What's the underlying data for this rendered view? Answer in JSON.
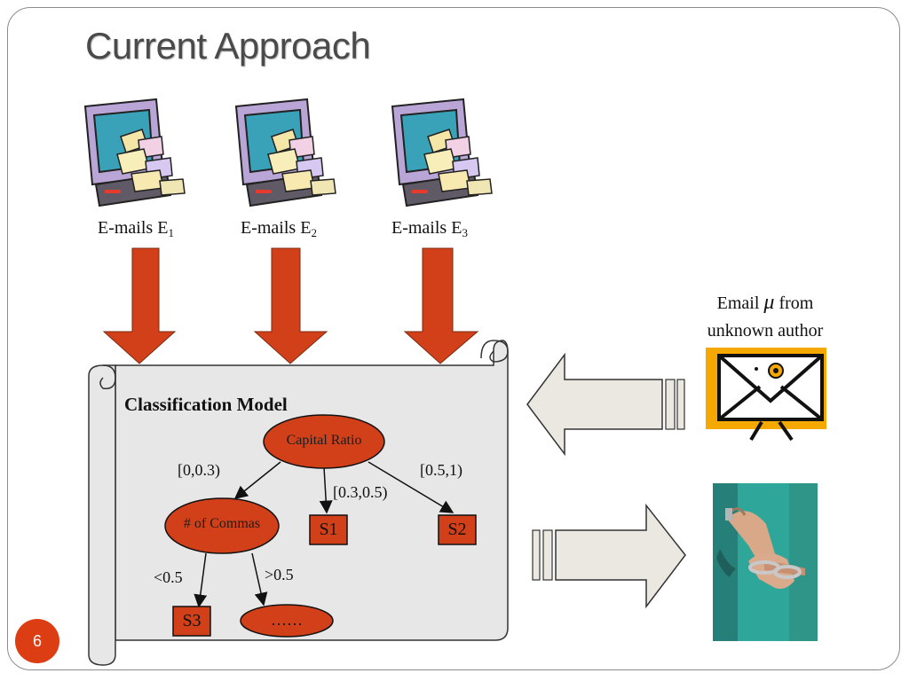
{
  "slide": {
    "title": "Current Approach",
    "number": "6"
  },
  "sources": [
    {
      "label": "E-mails E",
      "subscript": "1"
    },
    {
      "label": "E-mails E",
      "subscript": "2"
    },
    {
      "label": "E-mails E",
      "subscript": "3"
    }
  ],
  "unknown_email": {
    "line1_prefix": "Email ",
    "symbol": "μ",
    "line1_suffix": " from",
    "line2": "unknown author"
  },
  "model": {
    "title": "Classification Model",
    "root": "Capital Ratio",
    "branches": {
      "left": "[0,0.3)",
      "middle": "[0.3,0.5)",
      "right": "[0.5,1)",
      "lt": "<0.5",
      "gt": ">0.5"
    },
    "nodes": {
      "commas": "# of Commas",
      "s1": "S1",
      "s2": "S2",
      "s3": "S3",
      "more": "……"
    }
  },
  "icons": {
    "computer": "computer-with-letters-icon",
    "envelope": "envelope-icon",
    "photo": "handcuffed-person-photo",
    "arrow_color": "#d2401a"
  },
  "colors": {
    "accent": "#d2401a",
    "node_fill": "#d2401a",
    "scroll_fill": "#e8e7e7",
    "title_text": "#4a4a4a",
    "envelope_bg": "#f5a800"
  }
}
